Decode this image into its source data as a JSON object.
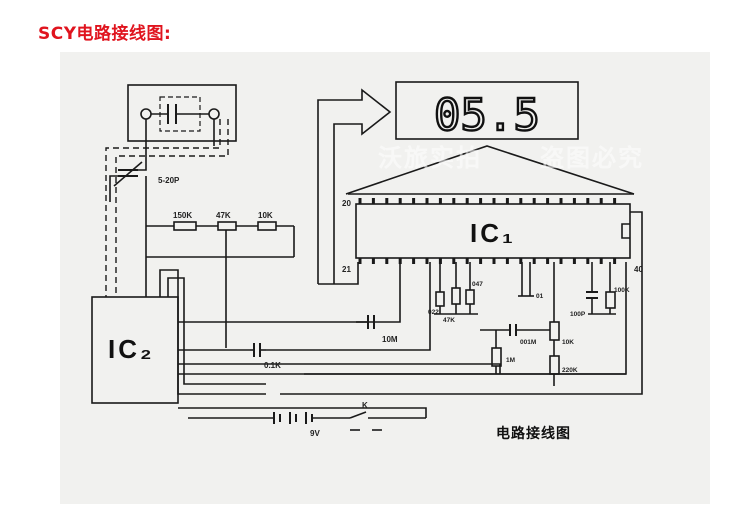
{
  "title": {
    "text": "SCY电路接线图:",
    "color": "#e0141e"
  },
  "display": {
    "reading": "05.5"
  },
  "watermark": {
    "left": "沃旅实拍",
    "right": "盗图必究"
  },
  "ic1": {
    "name": "IC₁",
    "pin_top_left": "20",
    "pin_bottom_left": "21",
    "pin_bottom_right": "40"
  },
  "ic2": {
    "name": "IC₂"
  },
  "components": {
    "trimmer_cap": "5-20P",
    "r150k": "150K",
    "r47k": "47K",
    "r10k_top": "10K",
    "c_10m": "10M",
    "c_01k": "0.1K",
    "c022": "022",
    "r47k_small": "47K",
    "c047": "047",
    "c01": "01",
    "c001m": "001M",
    "r1m": "1M",
    "r10k": "10K",
    "r220k": "220K",
    "c100p": "100P",
    "r100k": "100K",
    "switch": "K",
    "battery": "9V"
  },
  "caption": "电路接线图"
}
